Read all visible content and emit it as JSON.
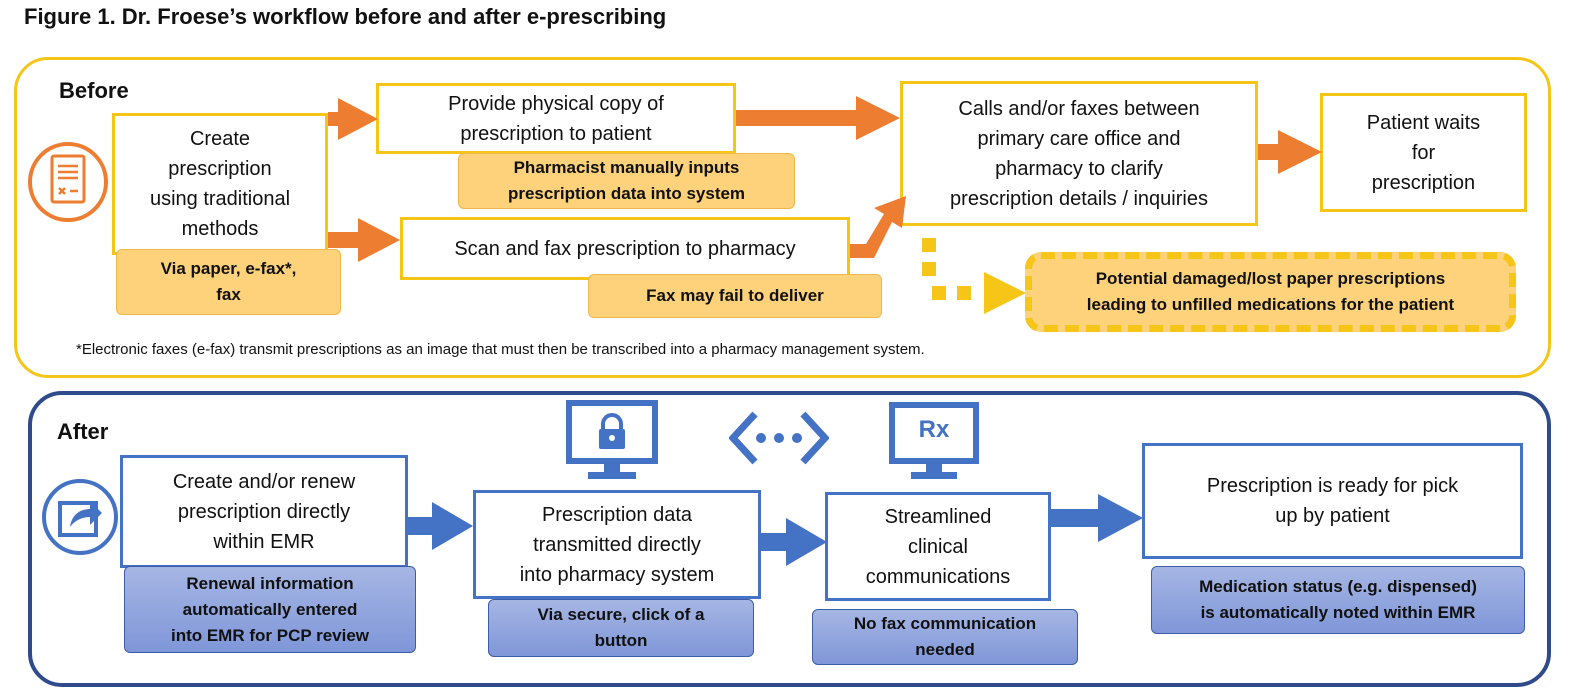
{
  "title": "Figure 1. Dr. Froese’s workflow before and after e-prescribing",
  "before": {
    "label": "Before",
    "create": "Create\nprescription\nusing traditional\nmethods",
    "create_note": "Via paper, e-fax*,\nfax",
    "physical_copy": "Provide physical copy of\nprescription to patient",
    "physical_note": "Pharmacist manually inputs\nprescription data into system",
    "scan_fax": "Scan and fax prescription to pharmacy",
    "scan_note": "Fax may fail to deliver",
    "calls": "Calls and/or faxes between\nprimary care office and\npharmacy to clarify\nprescription details / inquiries",
    "waits": "Patient waits\nfor\nprescription",
    "risk": "Potential damaged/lost paper prescriptions\nleading to unfilled medications for the  patient",
    "footnote": "*Electronic faxes (e-fax) transmit prescriptions as an image that must then be transcribed into a pharmacy management system."
  },
  "after": {
    "label": "After",
    "create": "Create and/or renew\nprescription directly\nwithin EMR",
    "create_note": "Renewal information\nautomatically entered\ninto EMR for PCP review",
    "transmit": "Prescription data\ntransmitted directly\ninto pharmacy system",
    "transmit_note": "Via secure, click of a\nbutton",
    "streamlined": "Streamlined\nclinical\ncommunications",
    "streamlined_note": "No fax communication\nneeded",
    "ready": "Prescription is ready for pick\nup by patient",
    "ready_note": "Medication status (e.g. dispensed)\nis automatically noted within EMR",
    "rx_icon_text": "Rx"
  },
  "colors": {
    "yellow": "#f5c518",
    "orange": "#ed7d31",
    "light_orange": "#fdd27a",
    "blue": "#4472c4",
    "navy": "#2f4b8c"
  },
  "icons": [
    "prescription-document-icon",
    "share-export-icon",
    "secure-monitor-icon",
    "connection-dots-icon",
    "rx-monitor-icon"
  ]
}
